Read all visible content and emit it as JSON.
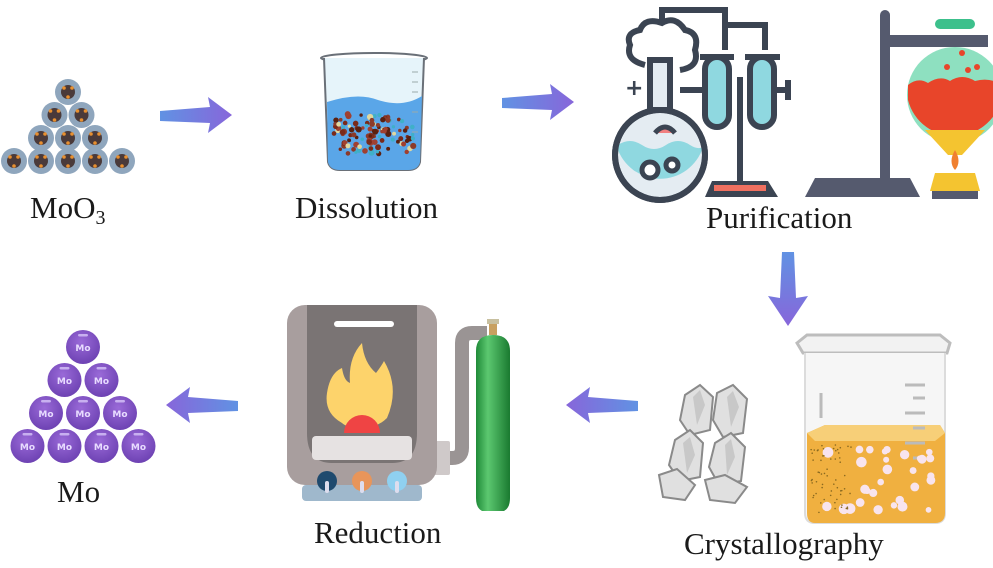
{
  "diagram": {
    "type": "process-flow",
    "steps": [
      {
        "id": "moo3",
        "label_main": "MoO",
        "label_sub": "3",
        "icon": "moo3-particle-pyramid-icon"
      },
      {
        "id": "dissolution",
        "label": "Dissolution",
        "icon": "beaker-with-solution-icon"
      },
      {
        "id": "purification",
        "label": "Purification",
        "icon": "chemistry-lab-apparatus-icon"
      },
      {
        "id": "crystallography",
        "label": "Crystallography",
        "icon": "crystals-and-beaker-icon"
      },
      {
        "id": "reduction",
        "label": "Reduction",
        "icon": "furnace-with-gas-cylinder-icon"
      },
      {
        "id": "mo",
        "label": "Mo",
        "icon": "mo-sphere-pyramid-icon"
      }
    ],
    "arrows": [
      {
        "from": "moo3",
        "to": "dissolution",
        "direction": "right"
      },
      {
        "from": "dissolution",
        "to": "purification",
        "direction": "right"
      },
      {
        "from": "purification",
        "to": "crystallography",
        "direction": "down"
      },
      {
        "from": "crystallography",
        "to": "reduction",
        "direction": "left"
      },
      {
        "from": "reduction",
        "to": "mo",
        "direction": "left"
      }
    ],
    "sphere_text": "Mo",
    "colors": {
      "arrow": "#4a6fd8",
      "arrow_tip": "#7a55d6",
      "mo_sphere": "#7b4fc2",
      "moo3_shell": "#8fa6bd",
      "moo3_core": "#4a3a3a",
      "liquid_blue": "#5aa6e8",
      "liquid_orange": "#f0b040",
      "lab_dark": "#3b4452",
      "lab_teal": "#8fd8e0",
      "flask_red": "#e8452a",
      "flame_yellow": "#fdd36b",
      "furnace_grey": "#a89e9e",
      "cylinder_green": "#2fa84a"
    }
  }
}
